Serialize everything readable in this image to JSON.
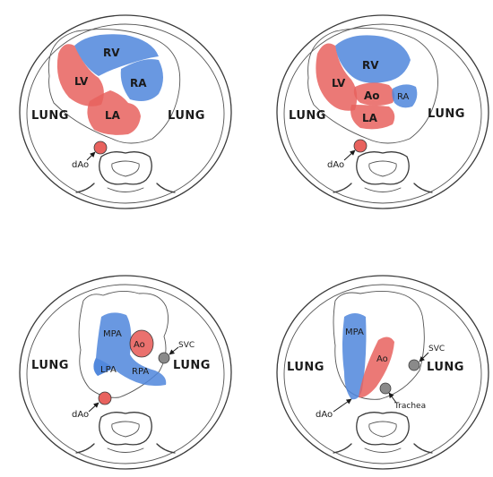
{
  "colors": {
    "oxygenated": "#e8625e",
    "deoxygenated": "#4f86dc",
    "neutral": "#8a8a8a",
    "line": "#3a3a3a"
  },
  "panels": [
    {
      "lung_left": "LUNG",
      "lung_right": "LUNG",
      "labels": {
        "rv": "RV",
        "lv": "LV",
        "ra": "RA",
        "la": "LA",
        "dao": "dAo"
      }
    },
    {
      "lung_left": "LUNG",
      "lung_right": "LUNG",
      "labels": {
        "rv": "RV",
        "lv": "LV",
        "ra": "RA",
        "ao": "Ao",
        "la": "LA",
        "dao": "dAo"
      }
    },
    {
      "lung_left": "LUNG",
      "lung_right": "LUNG",
      "labels": {
        "mpa": "MPA",
        "ao": "Ao",
        "svc": "SVC",
        "lpa": "LPA",
        "rpa": "RPA",
        "dao": "dAo"
      }
    },
    {
      "lung_left": "LUNG",
      "lung_right": "LUNG",
      "labels": {
        "mpa": "MPA",
        "ao": "Ao",
        "svc": "SVC",
        "trachea": "Trachea",
        "dao": "dAo"
      }
    }
  ]
}
